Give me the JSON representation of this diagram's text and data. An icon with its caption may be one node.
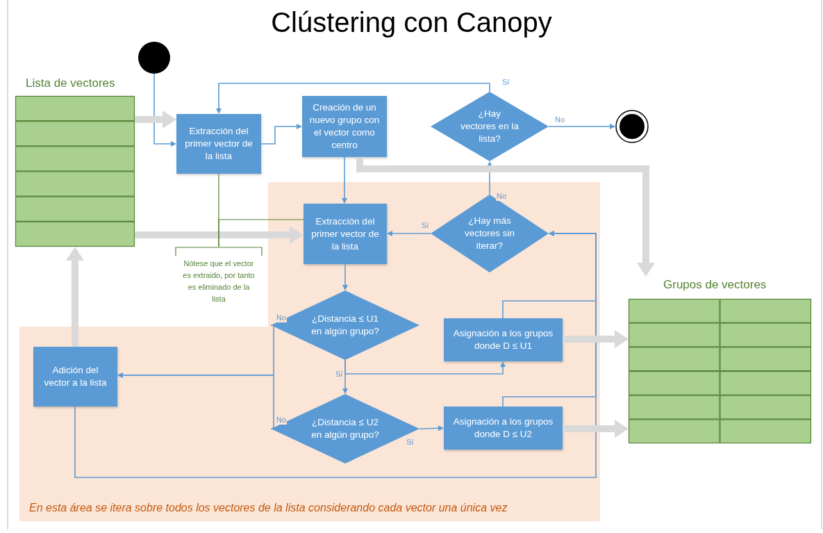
{
  "diagram": {
    "title": "Clústering con Canopy",
    "nodes": [
      {
        "text": [],
        "shape": "circle"
      },
      {
        "text": [
          "Lista de vectores"
        ]
      },
      {
        "text": [
          "Extracción del primer vector de la lista"
        ]
      },
      {
        "text": [
          "Creación de un nuevo grupo con el vector como centro"
        ]
      },
      {
        "text": [
          "¿Hay vectores en la lista?"
        ]
      },
      {
        "text": [],
        "shape": "circle"
      },
      {
        "text": [
          "En esta área se itera sobre todos los vectores de la lista considerando cada vector una única vez"
        ]
      },
      {
        "text": [
          "Extracción del primer vector de la lista"
        ],
        "in": 6
      },
      {
        "text": [
          "¿Hay más vectores sin iterar?"
        ],
        "in": 6
      },
      {
        "text": [
          "Nótese que el vector es extraido, por tanto es eliminado de la lista"
        ]
      },
      {
        "text": [
          "¿Distancia ≤ U1 en algún grupo?"
        ],
        "in": 6
      },
      {
        "text": [
          "Asignación a los grupos donde D ≤ U1"
        ],
        "in": 6
      },
      {
        "text": [
          "Adición del vector a la lista"
        ],
        "in": 6
      },
      {
        "text": [
          "¿Distancia ≤ U2 en algún grupo?"
        ],
        "in": 6
      },
      {
        "text": [
          "Asignación a los grupos donde D ≤ U2"
        ],
        "in": 6
      },
      {
        "text": [
          "Grupos de vectores"
        ]
      }
    ],
    "edges": [
      {
        "from": 0,
        "to": 2,
        "arrow": "to"
      },
      {
        "from": 2,
        "to": 3,
        "arrow": "to"
      },
      {
        "from": 4,
        "to": 2,
        "arrow": "to",
        "label": "Sí"
      },
      {
        "from": 4,
        "to": 5,
        "arrow": "to",
        "label": "No"
      },
      {
        "from": 3,
        "to": 7,
        "arrow": "to"
      },
      {
        "from": 8,
        "to": 4,
        "arrow": "to",
        "label": "No"
      },
      {
        "from": 8,
        "to": 7,
        "arrow": "to",
        "label": "Sí"
      },
      {
        "from": 7,
        "to": 10,
        "arrow": "to"
      },
      {
        "from": 10,
        "to": 13,
        "arrow": "to",
        "label": "Sí"
      },
      {
        "from": 10,
        "to": 11,
        "arrow": "to"
      },
      {
        "from": 10,
        "to": 12,
        "arrow": "to",
        "label": "No"
      },
      {
        "from": 13,
        "to": 12,
        "arrow": "to",
        "label": "No"
      },
      {
        "from": 13,
        "to": 14,
        "arrow": "to",
        "label": "Sí"
      },
      {
        "from": 11,
        "to": 8,
        "arrow": "to"
      },
      {
        "from": 14,
        "to": 8,
        "arrow": "to"
      },
      {
        "from": 12,
        "to": 8,
        "arrow": "to"
      },
      {
        "from": 1,
        "to": 2,
        "arrow": "to",
        "style": "thick",
        "color": "#d9d9d9"
      },
      {
        "from": 1,
        "to": 7,
        "arrow": "to",
        "style": "thick",
        "color": "#d9d9d9"
      },
      {
        "from": 12,
        "to": 1,
        "arrow": "to",
        "style": "thick",
        "color": "#d9d9d9"
      },
      {
        "from": 3,
        "to": 15,
        "arrow": "to",
        "style": "thick",
        "color": "#d9d9d9"
      },
      {
        "from": 11,
        "to": 15,
        "arrow": "to",
        "style": "thick",
        "color": "#d9d9d9"
      },
      {
        "from": 14,
        "to": 15,
        "arrow": "to",
        "style": "thick",
        "color": "#d9d9d9"
      },
      {
        "from": 9,
        "to": 2,
        "arrow": "none",
        "color": "#548235"
      },
      {
        "from": 9,
        "to": 7,
        "arrow": "none",
        "color": "#548235"
      }
    ]
  }
}
